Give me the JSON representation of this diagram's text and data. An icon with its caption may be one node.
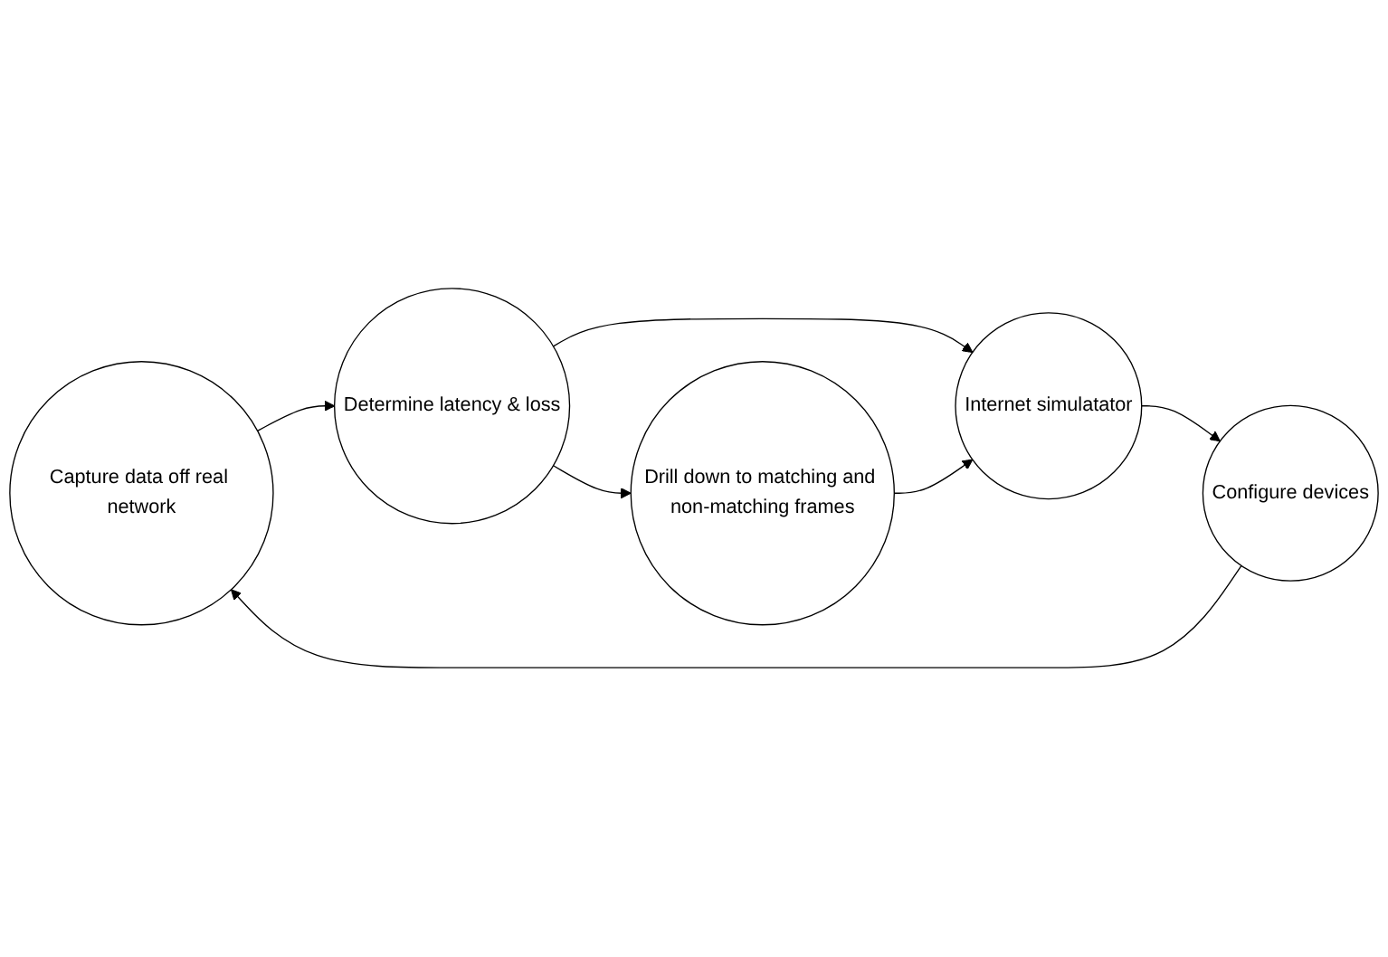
{
  "diagram": {
    "nodes": [
      {
        "text": [
          "Capture data off real network"
        ]
      },
      {
        "text": [
          "Determine latency & loss"
        ]
      },
      {
        "text": [
          "Drill down to matching and non-matching frames"
        ]
      },
      {
        "text": [
          "Internet simulatator"
        ]
      },
      {
        "text": [
          "Configure devices"
        ]
      }
    ],
    "edges": [
      {
        "from": 0,
        "to": 1,
        "arrow": "to"
      },
      {
        "from": 1,
        "to": 2,
        "arrow": "to"
      },
      {
        "from": 1,
        "to": 3,
        "arrow": "to"
      },
      {
        "from": 2,
        "to": 3,
        "arrow": "to"
      },
      {
        "from": 3,
        "to": 4,
        "arrow": "to"
      },
      {
        "from": 4,
        "to": 0,
        "arrow": "to"
      }
    ]
  }
}
